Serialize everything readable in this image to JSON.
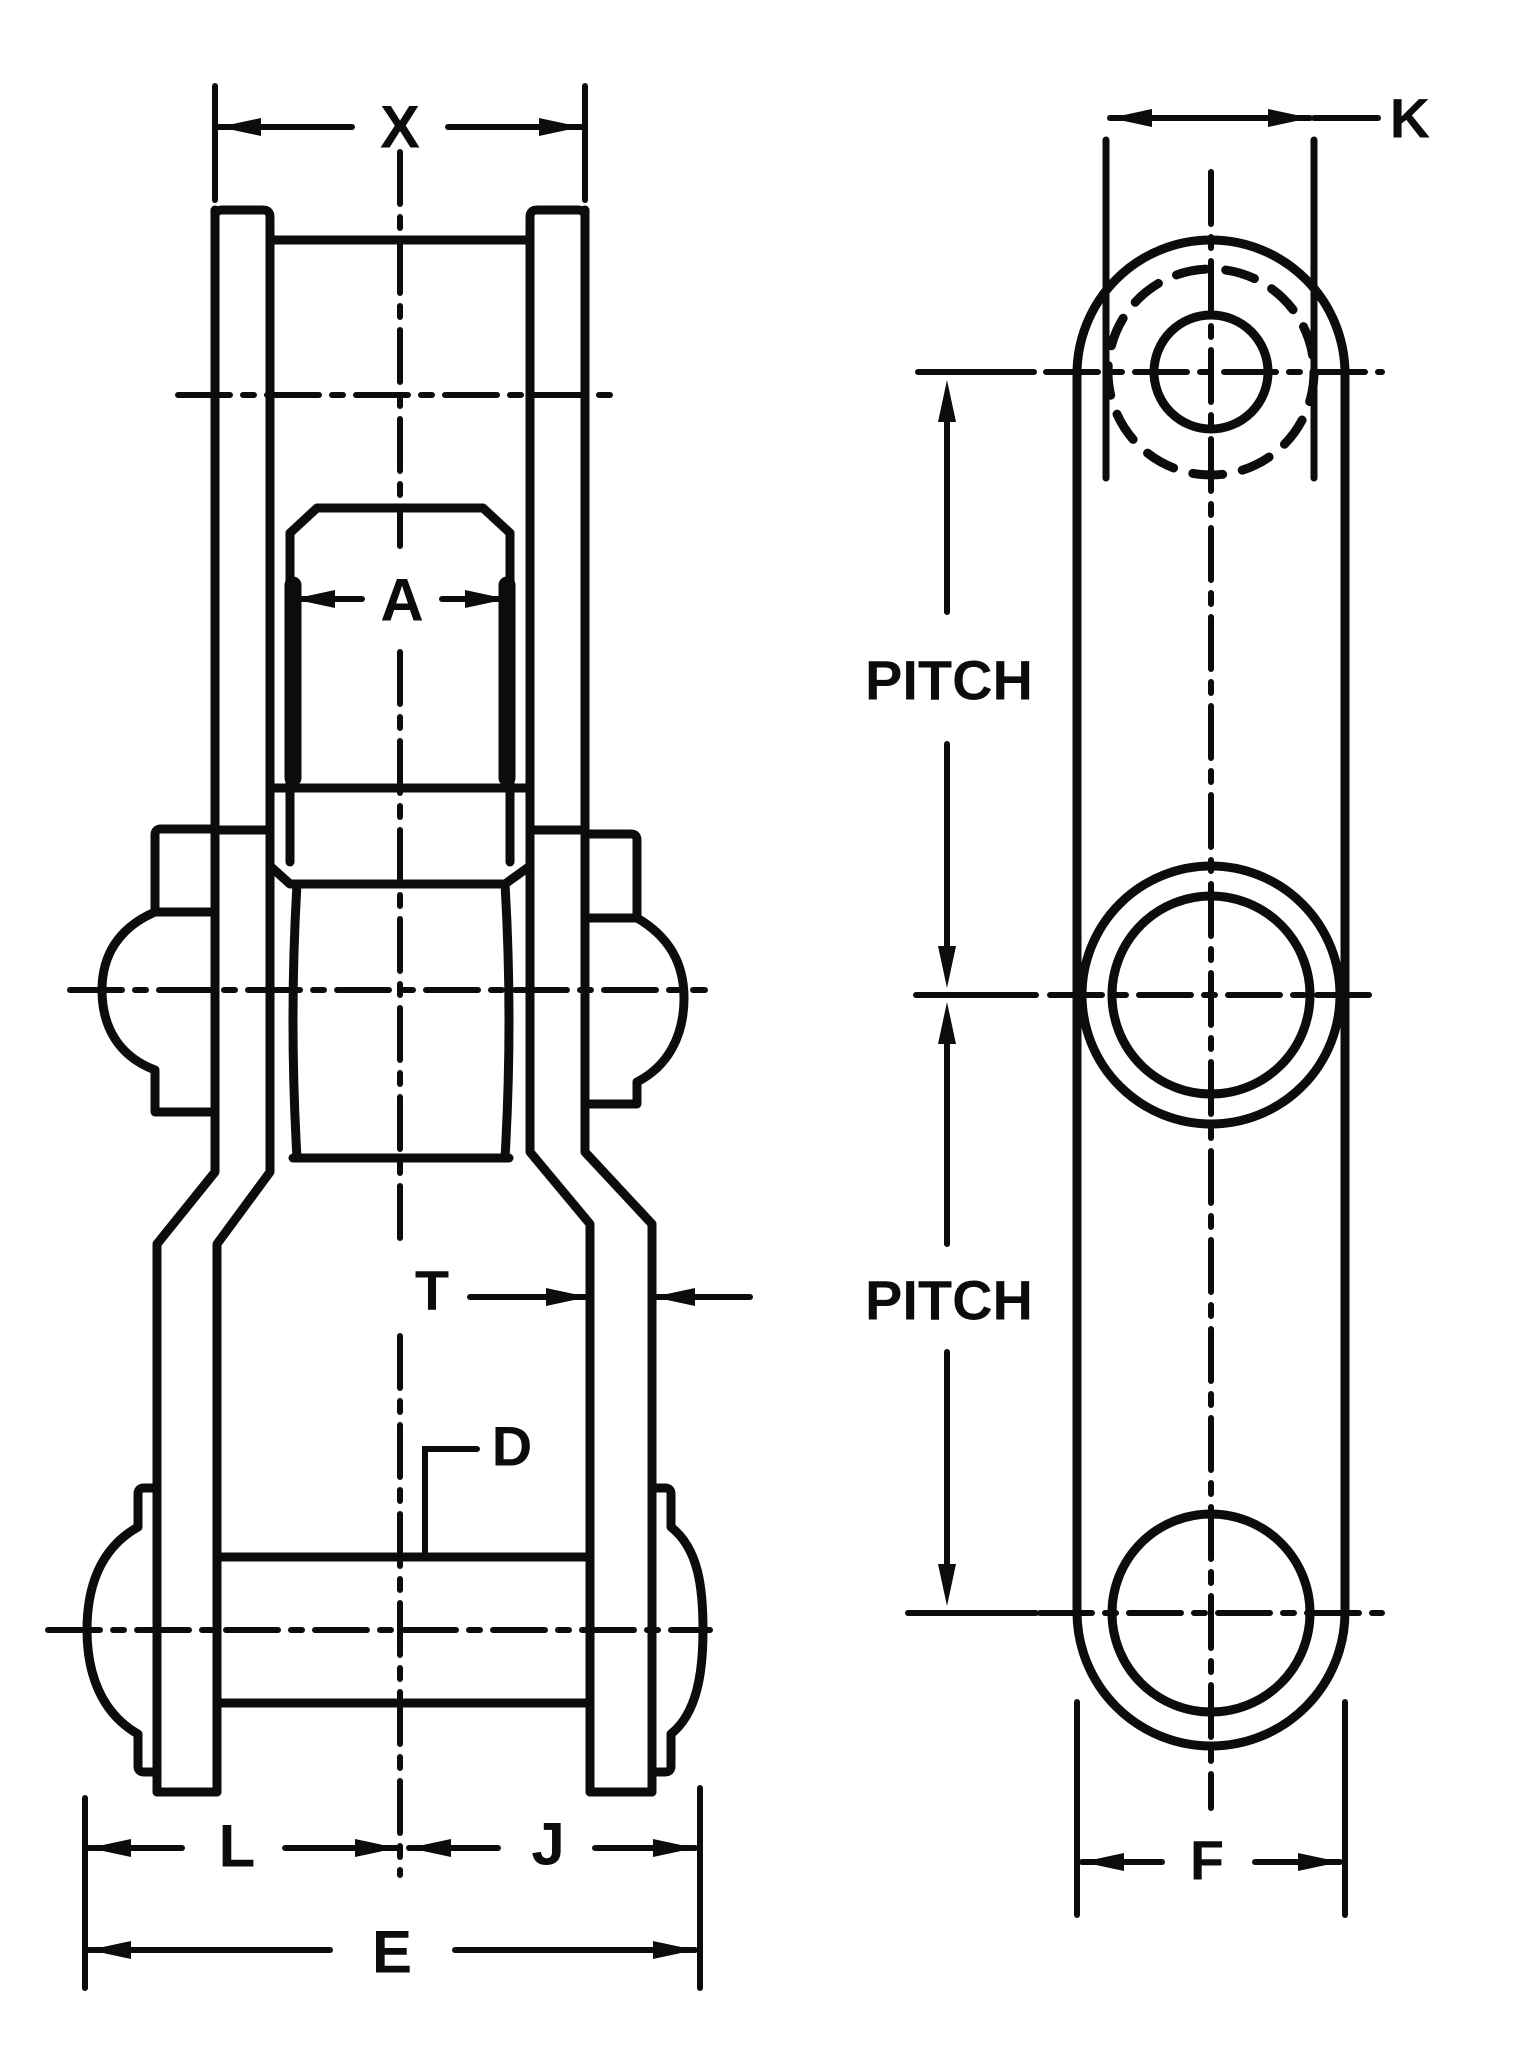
{
  "page": {
    "background": "#ffffff",
    "ink": "#0c0c0c"
  },
  "labels": {
    "front": {
      "x": "X",
      "a": "A",
      "t": "T",
      "d": "D",
      "l": "L",
      "j": "J",
      "e": "E"
    },
    "side": {
      "k": "K",
      "pitch_upper": "PITCH",
      "pitch_lower": "PITCH",
      "f": "F"
    }
  }
}
